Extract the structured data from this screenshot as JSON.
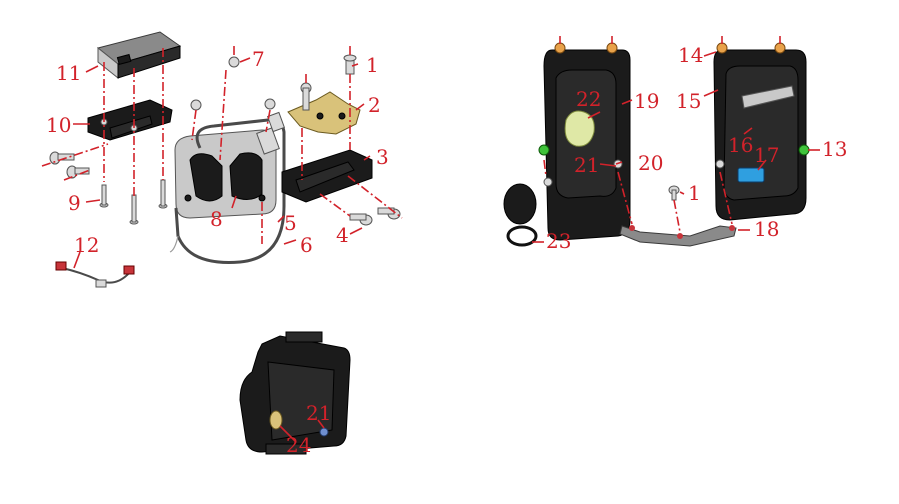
{
  "callouts": [
    {
      "id": "c1a",
      "text": "1"
    },
    {
      "id": "c2",
      "text": "2"
    },
    {
      "id": "c3",
      "text": "3"
    },
    {
      "id": "c4",
      "text": "4"
    },
    {
      "id": "c5",
      "text": "5"
    },
    {
      "id": "c6",
      "text": "6"
    },
    {
      "id": "c7",
      "text": "7"
    },
    {
      "id": "c8",
      "text": "8"
    },
    {
      "id": "c9",
      "text": "9"
    },
    {
      "id": "c10",
      "text": "10"
    },
    {
      "id": "c11",
      "text": "11"
    },
    {
      "id": "c12",
      "text": "12"
    },
    {
      "id": "c13",
      "text": "13"
    },
    {
      "id": "c14",
      "text": "14"
    },
    {
      "id": "c15",
      "text": "15"
    },
    {
      "id": "c16",
      "text": "16"
    },
    {
      "id": "c17",
      "text": "17"
    },
    {
      "id": "c18",
      "text": "18"
    },
    {
      "id": "c19",
      "text": "19"
    },
    {
      "id": "c20",
      "text": "20"
    },
    {
      "id": "c21a",
      "text": "21"
    },
    {
      "id": "c22",
      "text": "22"
    },
    {
      "id": "c23",
      "text": "23"
    },
    {
      "id": "c1b",
      "text": "1"
    },
    {
      "id": "c21b",
      "text": "21"
    },
    {
      "id": "c24",
      "text": "24"
    }
  ],
  "colors": {
    "callout": "#d2222a",
    "part_dark": "#1b1b1b",
    "part_metal": "#dadada",
    "part_brass": "#d9c27a"
  }
}
